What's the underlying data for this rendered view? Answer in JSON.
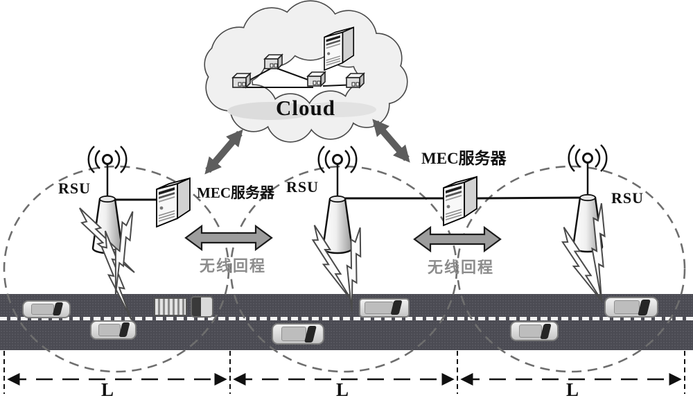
{
  "cloud": {
    "label": "Cloud"
  },
  "rsus": [
    {
      "label": "RSU"
    },
    {
      "label": "RSU"
    },
    {
      "label": "RSU"
    }
  ],
  "mec_servers": [
    {
      "label": "MEC服务器"
    },
    {
      "label": "MEC服务器"
    }
  ],
  "backhaul_links": [
    {
      "label": "无线回程"
    },
    {
      "label": "无线回程"
    }
  ],
  "segments": [
    {
      "label": "L"
    },
    {
      "label": "L"
    },
    {
      "label": "L"
    }
  ],
  "icons": [
    "cloud-icon",
    "mini-server-icon",
    "tower-server-icon",
    "mec-server-icon",
    "rsu-antenna-icon",
    "radio-waves-icon",
    "lightning-link-icon",
    "double-arrow-icon",
    "car-icon",
    "truck-icon",
    "coverage-circle-icon",
    "distance-arrow-icon"
  ],
  "colors": {
    "road": "#4b4b53",
    "lane_marking": "#f5f5f5",
    "coverage_dash": "#6e6e6e",
    "cloud_fill": "#f0f0f0",
    "cloud_outline": "#4a4a4a",
    "cloud_arrow": "#5d5d5d",
    "backhaul_arrow_fill": "#9d9d9d",
    "backhaul_text": "#8c8c8c",
    "text": "#101010"
  }
}
